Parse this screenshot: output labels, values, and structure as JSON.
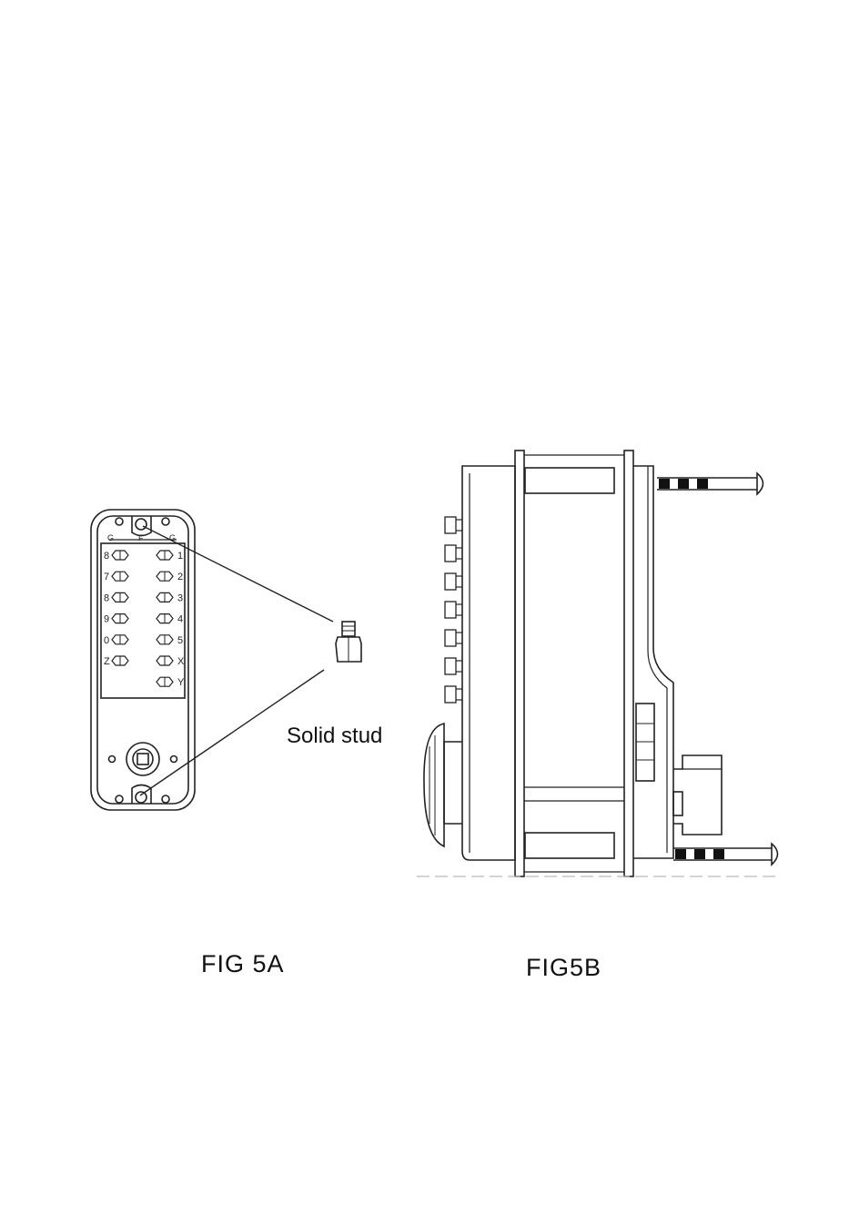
{
  "fig_5a": {
    "caption": "FIG 5A",
    "callout": "Solid stud",
    "keypad": {
      "top_labels": [
        "G",
        "F",
        "G"
      ],
      "left_keys": [
        "8",
        "7",
        "8",
        "9",
        "0",
        "Z"
      ],
      "right_keys": [
        "1",
        "2",
        "3",
        "4",
        "5",
        "X",
        "Y"
      ]
    }
  },
  "fig_5b": {
    "caption": "FIG5B"
  }
}
